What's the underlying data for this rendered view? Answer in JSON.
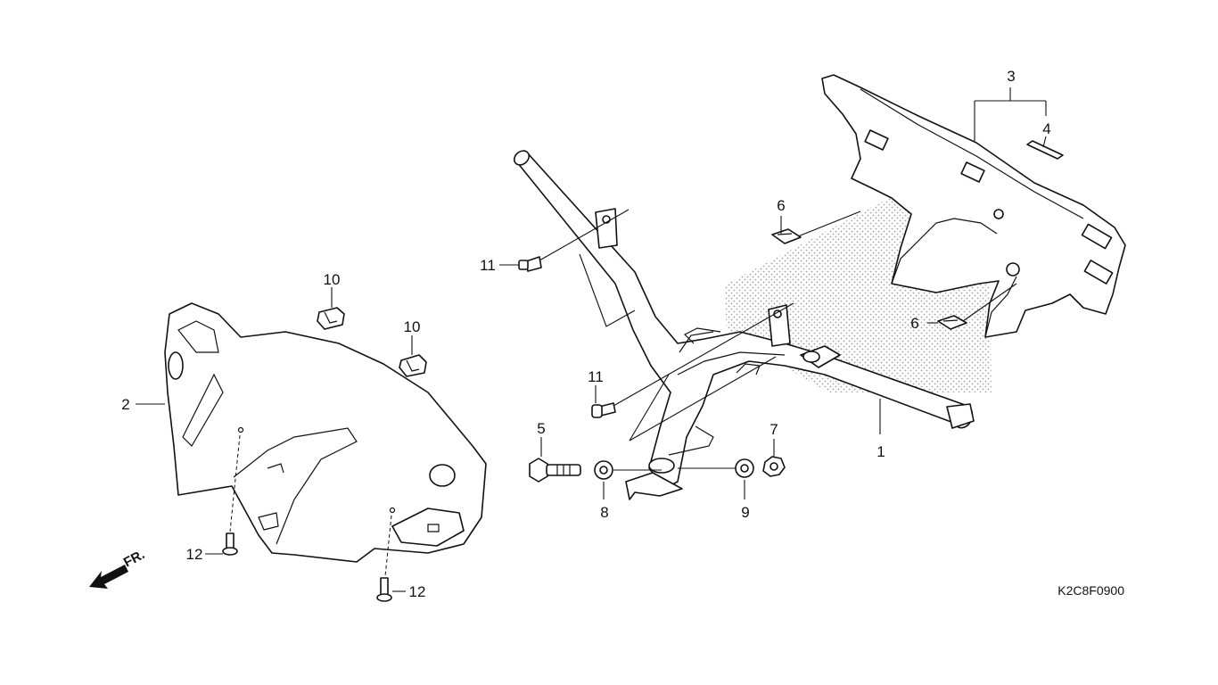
{
  "diagram": {
    "drawing_code": "K2C8F0900",
    "front_indicator": "FR.",
    "callouts": [
      {
        "id": "callout-1",
        "label": "1"
      },
      {
        "id": "callout-2",
        "label": "2"
      },
      {
        "id": "callout-3",
        "label": "3"
      },
      {
        "id": "callout-4",
        "label": "4"
      },
      {
        "id": "callout-5",
        "label": "5"
      },
      {
        "id": "callout-6a",
        "label": "6"
      },
      {
        "id": "callout-6b",
        "label": "6"
      },
      {
        "id": "callout-7",
        "label": "7"
      },
      {
        "id": "callout-8",
        "label": "8"
      },
      {
        "id": "callout-9",
        "label": "9"
      },
      {
        "id": "callout-10a",
        "label": "10"
      },
      {
        "id": "callout-10b",
        "label": "10"
      },
      {
        "id": "callout-11a",
        "label": "11"
      },
      {
        "id": "callout-11b",
        "label": "11"
      },
      {
        "id": "callout-12a",
        "label": "12"
      },
      {
        "id": "callout-12b",
        "label": "12"
      }
    ]
  }
}
